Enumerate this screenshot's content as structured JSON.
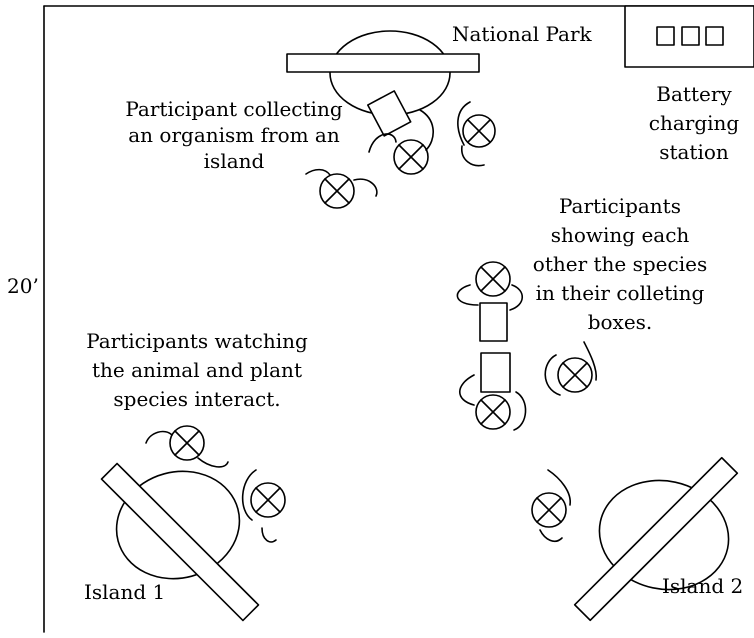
{
  "title": "National Park",
  "scale_label": "20’",
  "station": {
    "label_lines": [
      "Battery",
      "charging",
      "station"
    ]
  },
  "captions": {
    "collecting": [
      "Participant collecting",
      "an organism from an",
      "island"
    ],
    "showing": [
      "Participants",
      "showing each",
      "other the species",
      "in their colleting",
      "boxes."
    ],
    "watching": [
      "Participants watching",
      "the animal and plant",
      "species interact."
    ]
  },
  "islands": [
    {
      "label": "Island 1"
    },
    {
      "label": "Island 2"
    }
  ],
  "colors": {
    "stroke": "#000000",
    "background": "#ffffff"
  }
}
